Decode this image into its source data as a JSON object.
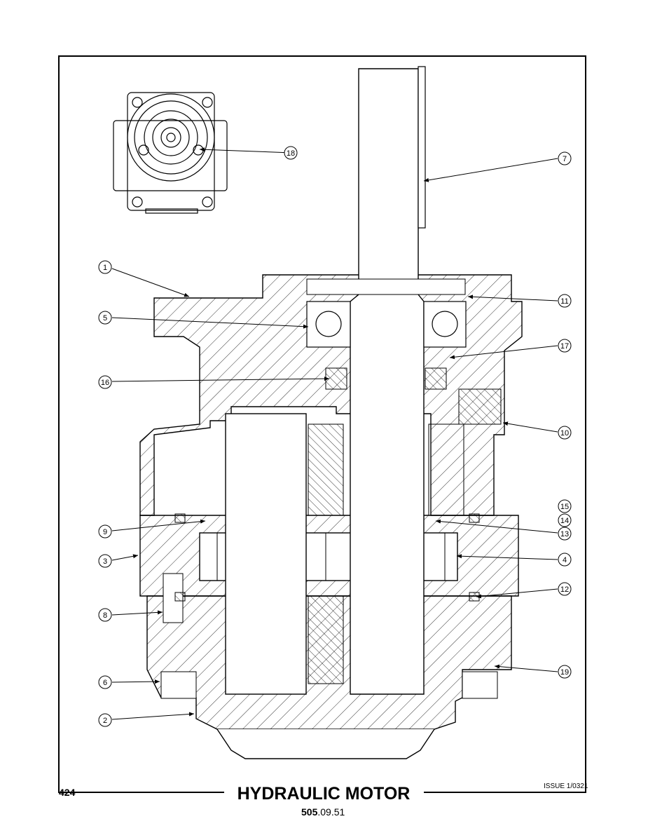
{
  "title": "HYDRAULIC MOTOR",
  "page_number": "424",
  "issue": "ISSUE 1/0321",
  "doc_ref": {
    "bold_part": "505",
    "rest": ".09.51"
  },
  "callouts": [
    "1",
    "2",
    "3",
    "4",
    "5",
    "6",
    "7",
    "8",
    "9",
    "10",
    "11",
    "12",
    "13",
    "14",
    "15",
    "16",
    "17",
    "18",
    "19"
  ],
  "colors": {
    "line": "#000000",
    "background": "#ffffff"
  }
}
